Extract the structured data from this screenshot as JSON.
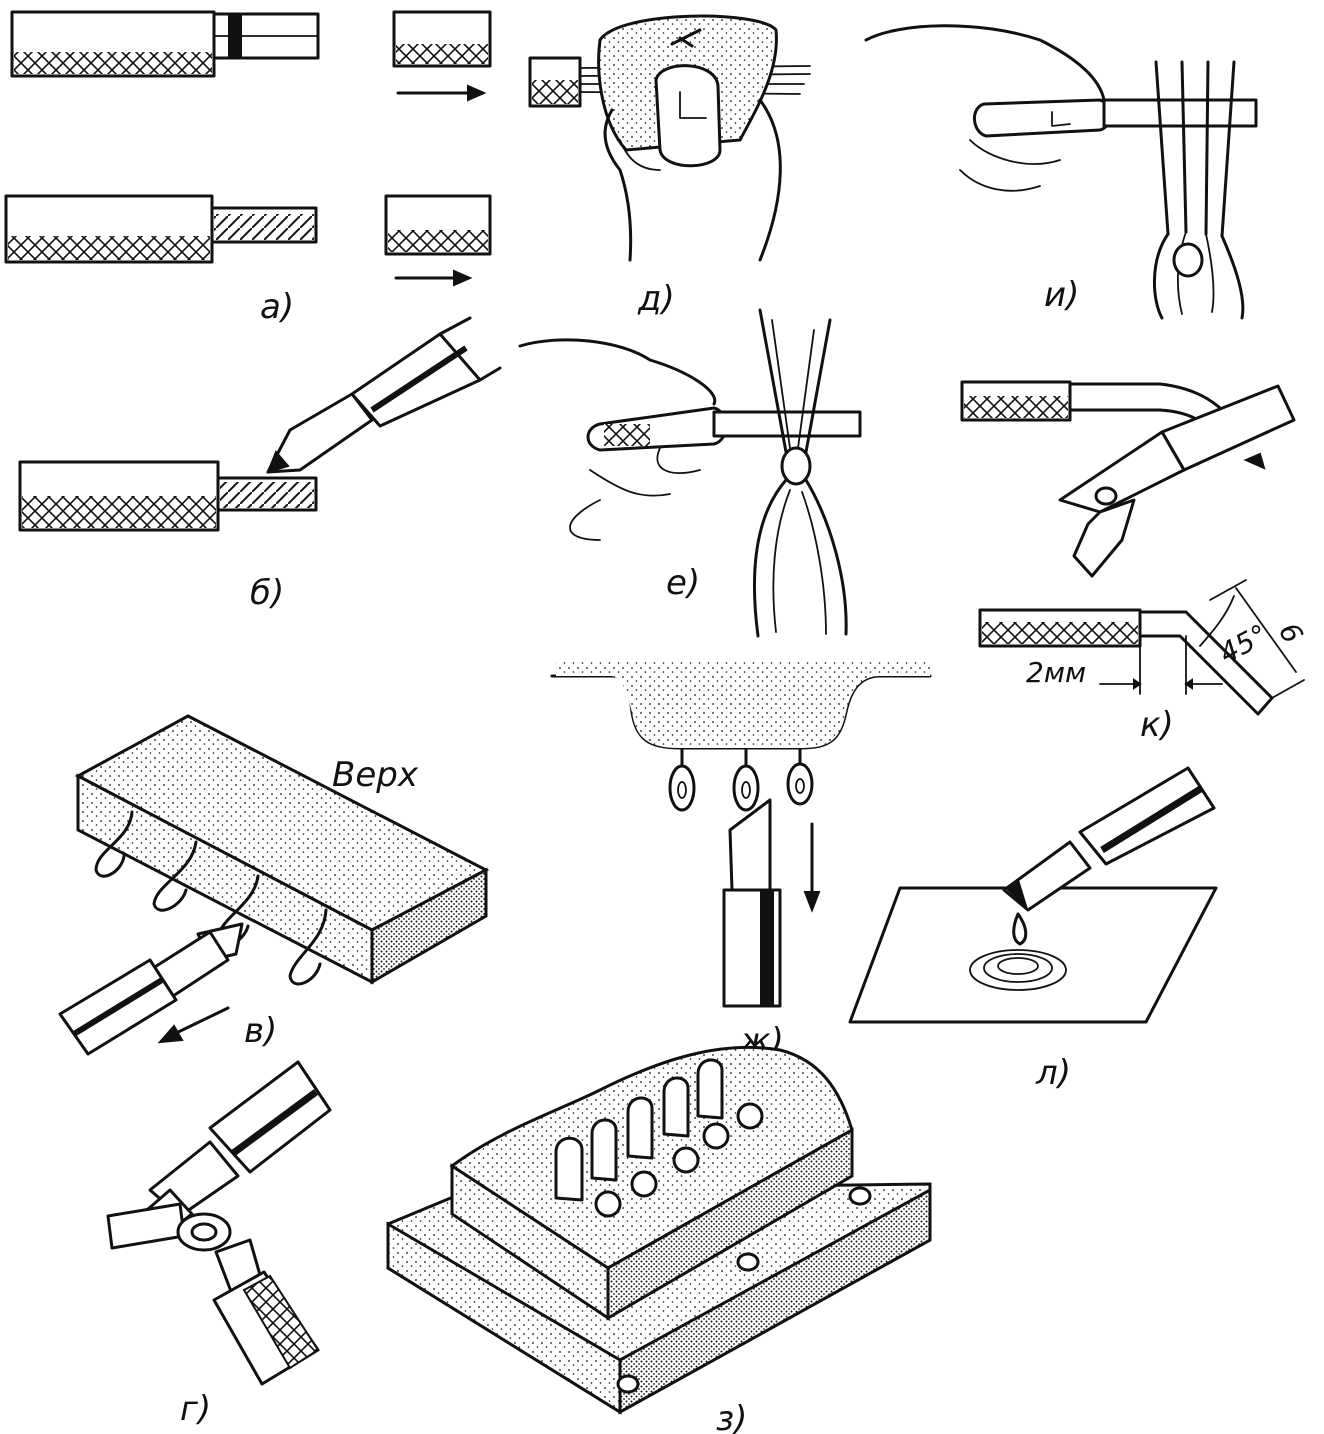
{
  "figure": {
    "panel_labels": {
      "a": "а)",
      "b": "б)",
      "v": "в)",
      "g": "г)",
      "d": "д)",
      "e": "е)",
      "zh": "ж)",
      "z": "з)",
      "i": "и)",
      "k": "к)",
      "l": "л)"
    },
    "annotations": {
      "top_side": "Верх",
      "length_2mm": "2мм",
      "angle_45": "45°",
      "length_6": "6"
    }
  }
}
